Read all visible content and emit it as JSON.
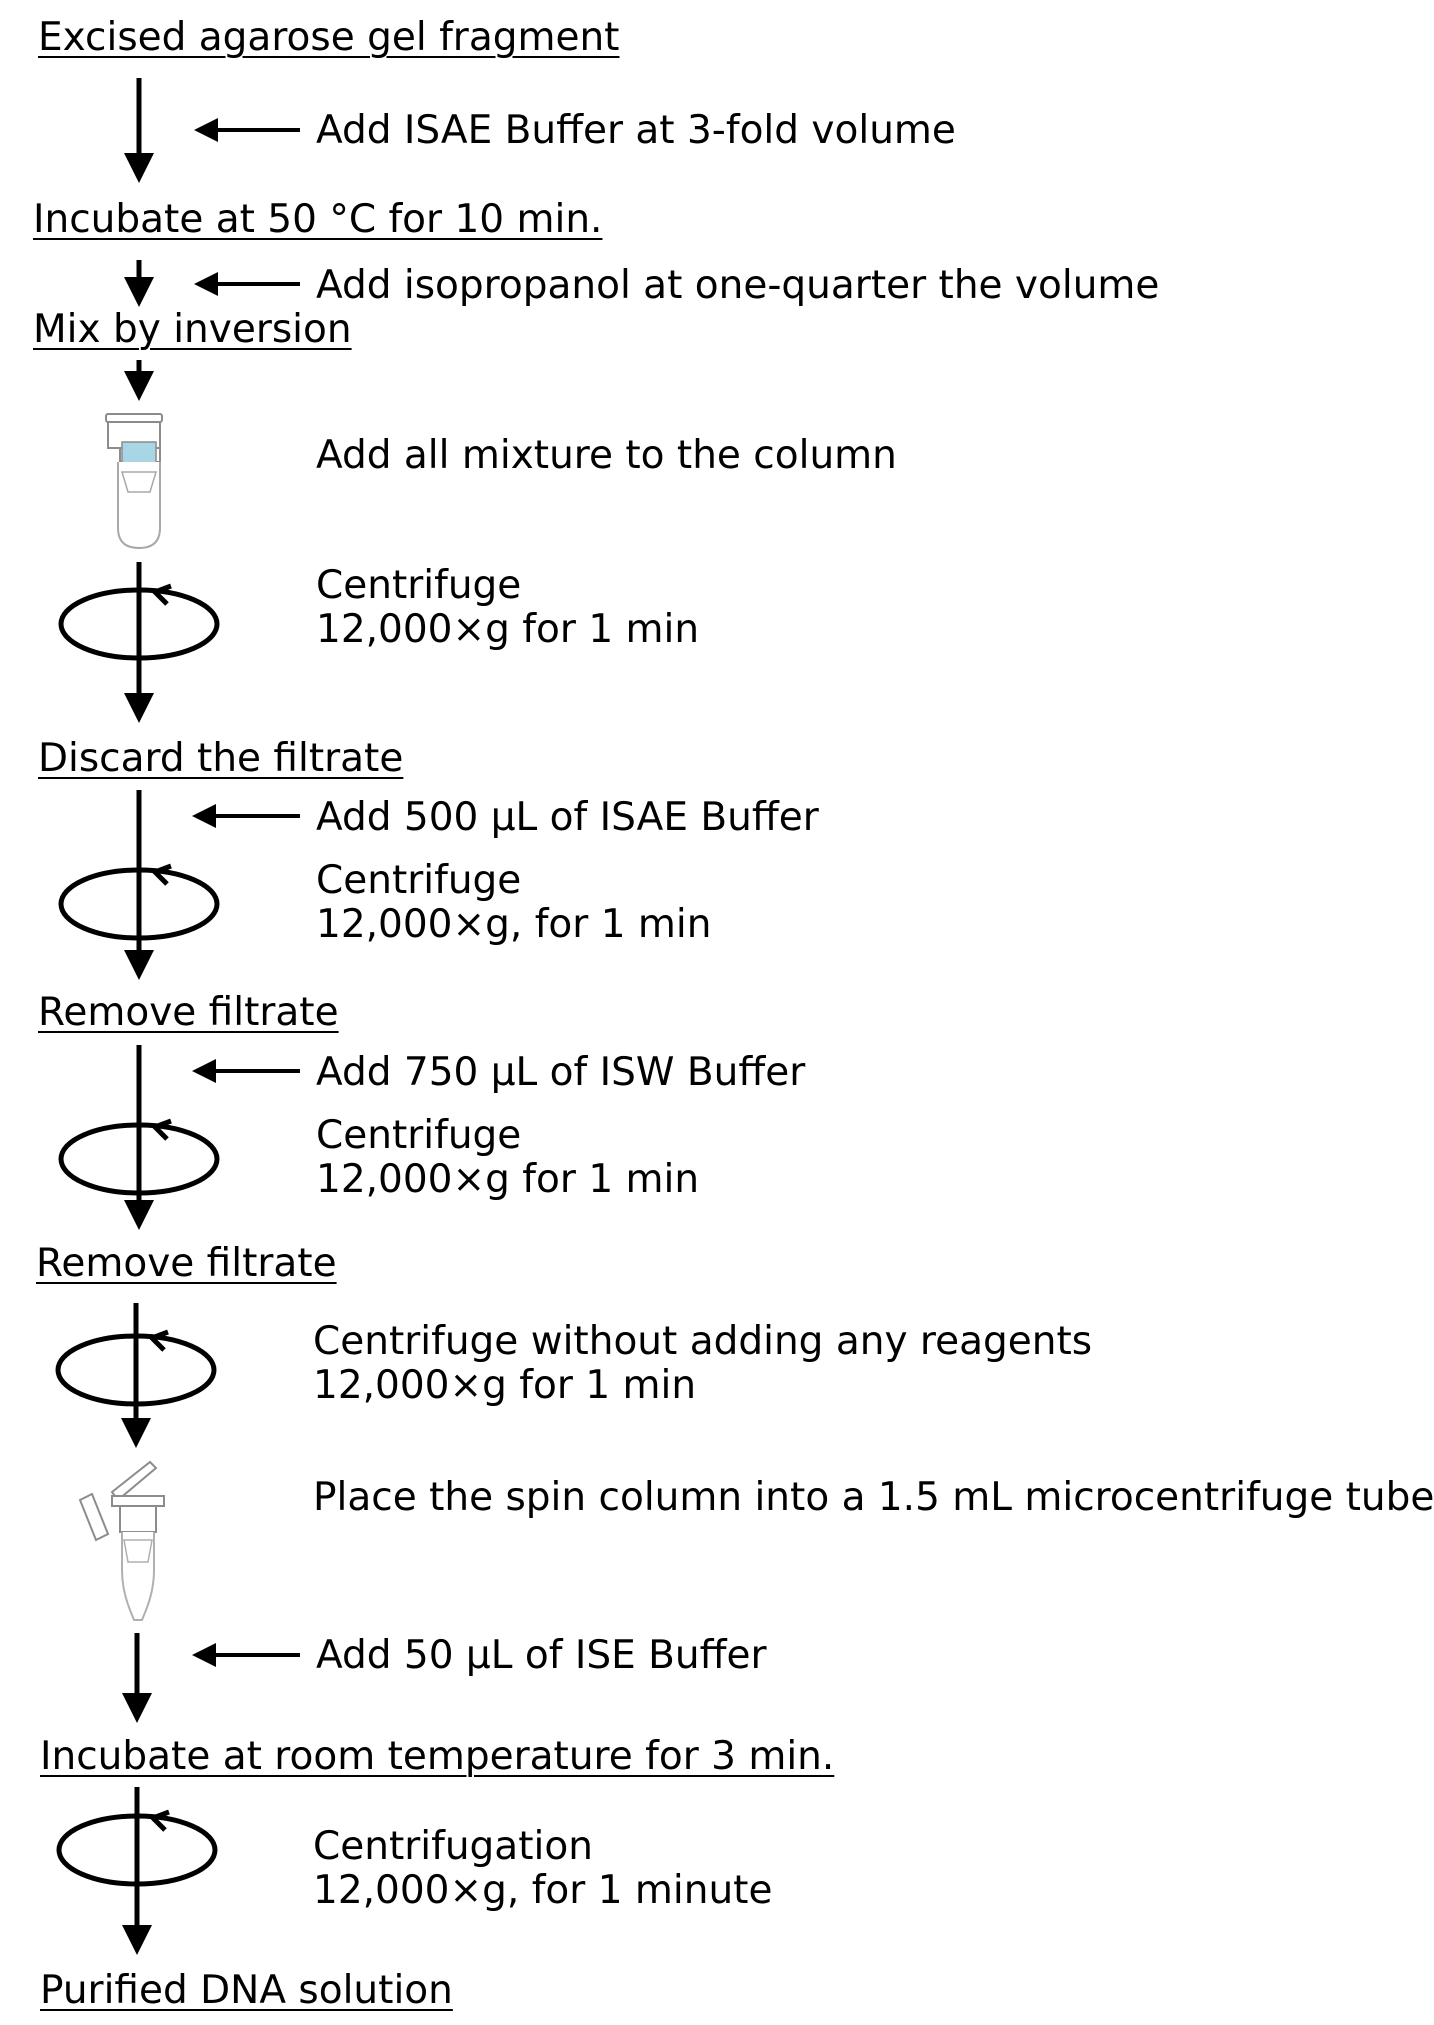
{
  "steps": {
    "gel_fragment": "Excised agarose gel fragment",
    "add_isae_3fold": "Add ISAE Buffer at 3-fold volume",
    "incubate_50c": "Incubate at 50 °C for 10 min.",
    "add_isopropanol": "Add isopropanol at one-quarter the volume",
    "mix_inversion": "Mix by inversion",
    "add_mixture_column": "Add all mixture to the column",
    "centrifuge_1_title": "Centrifuge",
    "centrifuge_1_detail": "12,000×g for 1 min",
    "discard_filtrate": "Discard the filtrate",
    "add_500_isae": "Add 500 µL of ISAE Buffer",
    "centrifuge_2_title": "Centrifuge",
    "centrifuge_2_detail": "12,000×g, for 1 min",
    "remove_filtrate_1": "Remove filtrate",
    "add_750_isw": "Add 750 µL of ISW Buffer",
    "centrifuge_3_title": "Centrifuge",
    "centrifuge_3_detail": "12,000×g for 1 min",
    "remove_filtrate_2": "Remove filtrate",
    "centrifuge_4_title": "Centrifuge without adding any reagents",
    "centrifuge_4_detail": "12,000×g for 1 min",
    "place_column": "Place the spin column into a 1.5 mL microcentrifuge tube",
    "add_50_ise": "Add 50 µL of ISE Buffer",
    "incubate_room_temp": "Incubate at room temperature for 3 min.",
    "centrifugation_title": "Centrifugation",
    "centrifugation_detail": "12,000×g, for 1 minute",
    "purified_dna": "Purified DNA solution"
  },
  "colors": {
    "ink": "#000000",
    "liquid": "#a9d6e5",
    "tube_outline": "#8c8c8c"
  },
  "icons": {
    "tube": "spin-column-tube-icon",
    "rotation": "centrifuge-rotation-icon",
    "open_tube": "open-collection-tube-icon"
  }
}
